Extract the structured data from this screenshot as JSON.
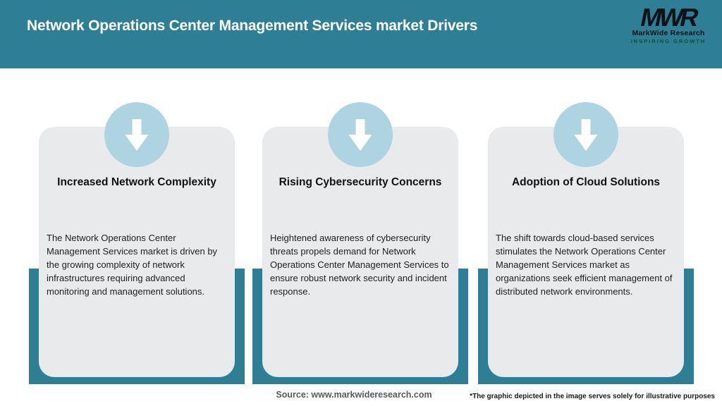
{
  "header": {
    "title": "Network Operations Center Management Services market Drivers",
    "logo": {
      "monogram": "MWR",
      "name": "MarkWide Research",
      "tagline": "INSPIRING GROWTH"
    }
  },
  "cards": [
    {
      "icon": "down-arrow-icon",
      "title": "Increased Network Complexity",
      "body": "The Network Operations Center Management Services market is driven by the growing complexity of network infrastructures requiring advanced monitoring and management solutions."
    },
    {
      "icon": "down-arrow-icon",
      "title": "Rising Cybersecurity Concerns",
      "body": "Heightened awareness of cybersecurity threats propels demand for Network Operations Center Management Services to ensure robust network security and incident response."
    },
    {
      "icon": "down-arrow-icon",
      "title": "Adoption of Cloud Solutions",
      "body": "The shift towards cloud-based services stimulates the Network Operations Center Management Services market as organizations seek efficient management of distributed network environments."
    }
  ],
  "footer": {
    "source": "Source: www.markwideresearch.com",
    "disclaimer": "*The graphic depicted in the image serves solely for illustrative purposes"
  },
  "colors": {
    "teal": "#2e7f96",
    "light_blue": "#aed4e2",
    "card_gray": "#e8eaeb",
    "source_gray": "#595959",
    "title_white": "#ffffff",
    "tagline_green": "#124b36"
  }
}
